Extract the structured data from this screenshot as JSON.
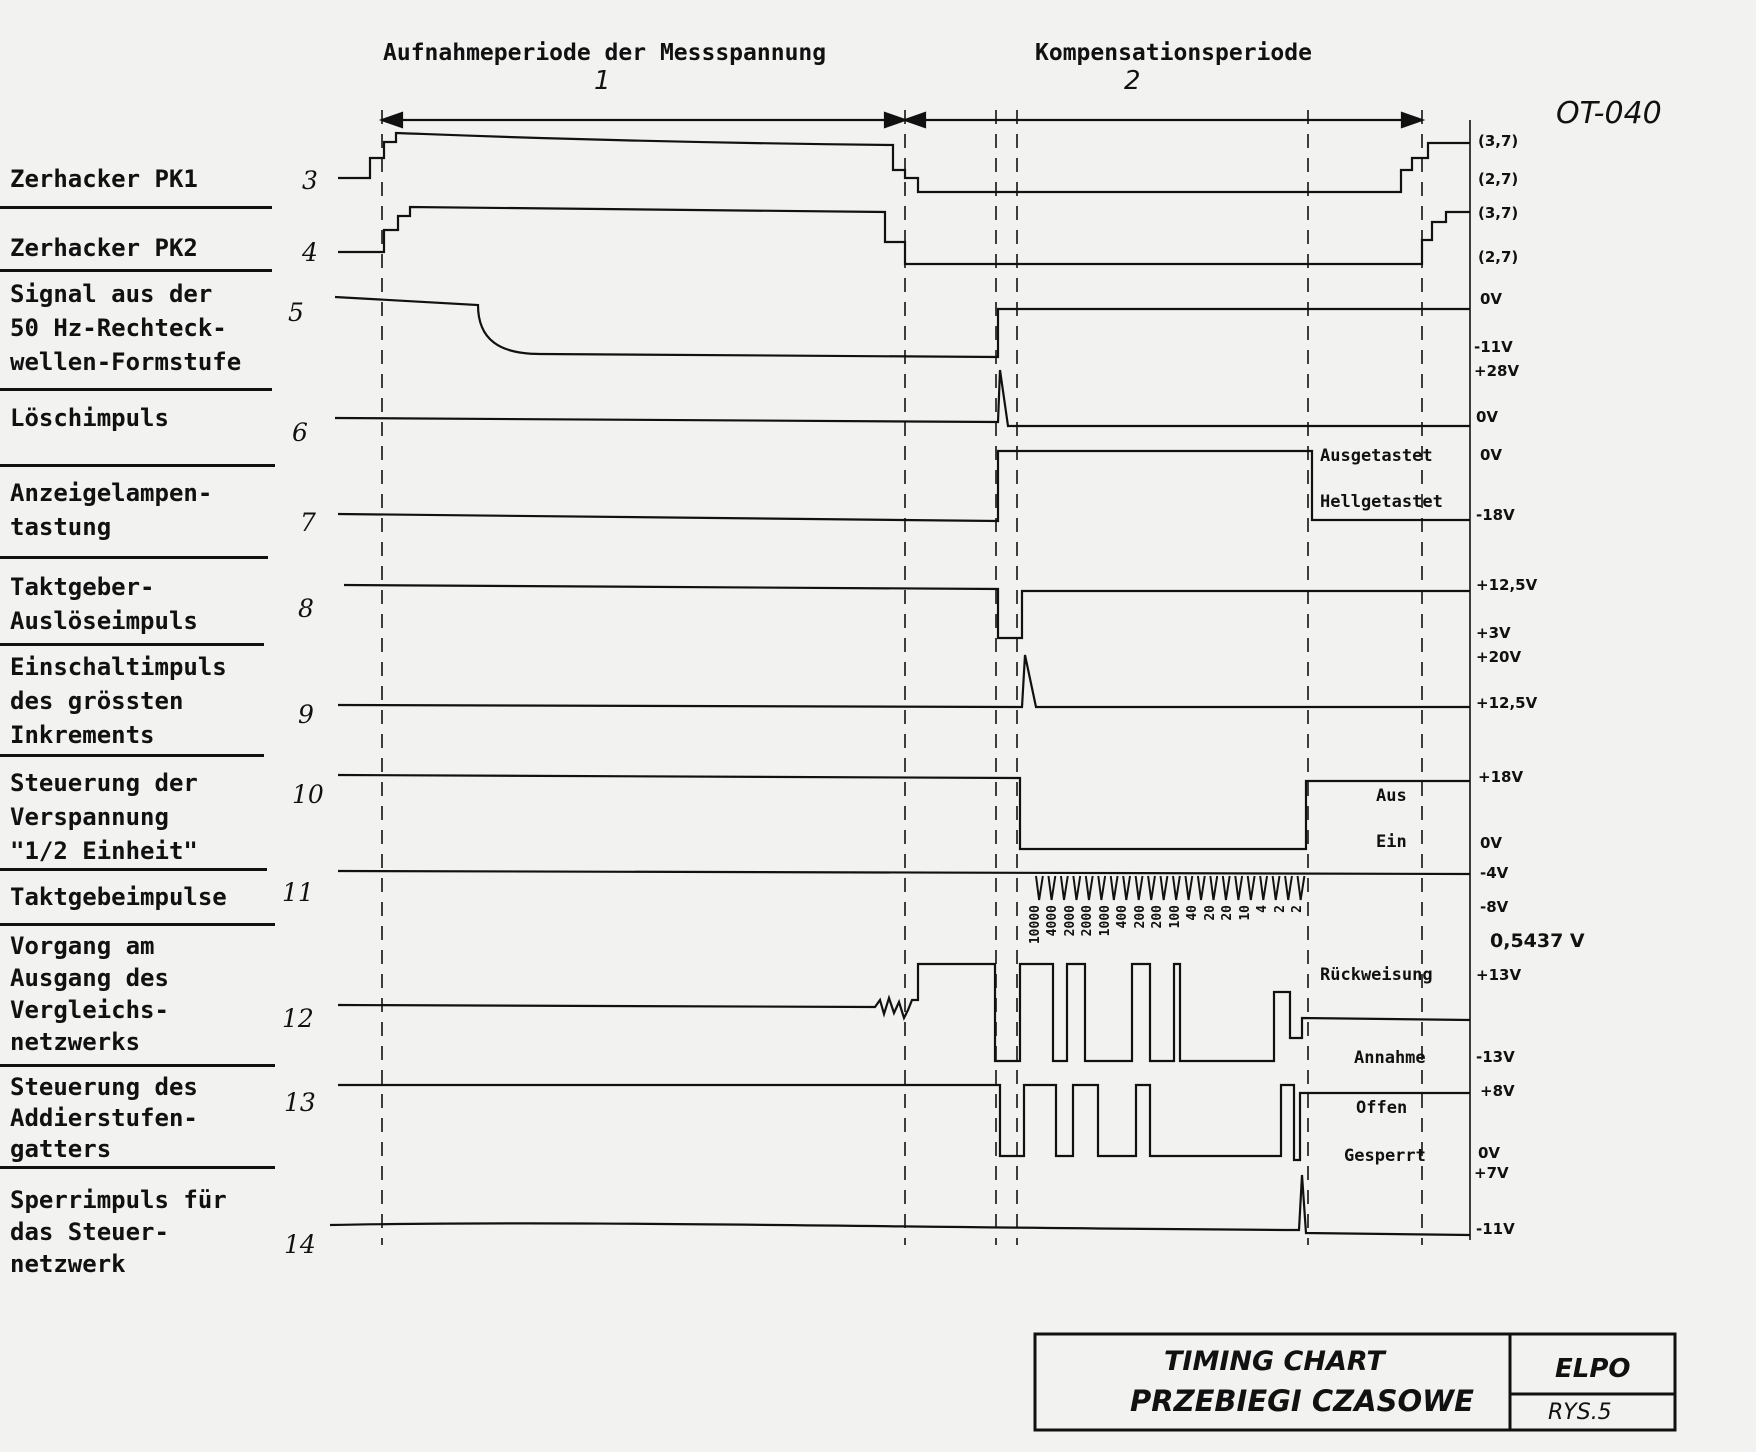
{
  "header": {
    "period1_title": "Aufnahmeperiode der Messspannung",
    "period1_num": "1",
    "period2_title": "Kompensationsperiode",
    "period2_num": "2",
    "doc_code": "OT-040"
  },
  "rows": [
    {
      "label": "Zerhacker PK1",
      "num": "3"
    },
    {
      "label": "Zerhacker PK2",
      "num": "4"
    },
    {
      "label": "Signal aus der\n50 Hz-Rechteck-\nwellen-Formstufe",
      "num": "5"
    },
    {
      "label": "Löschimpuls",
      "num": "6"
    },
    {
      "label": "Anzeigelampen-\ntastung",
      "num": "7"
    },
    {
      "label": "Taktgeber-\nAuslöseimpuls",
      "num": "8"
    },
    {
      "label": "Einschaltimpuls\ndes grössten\nInkrements",
      "num": "9"
    },
    {
      "label": "Steuerung der\nVerspannung\n\"1/2 Einheit\"",
      "num": "10"
    },
    {
      "label": "Taktgebeimpulse",
      "num": "11"
    },
    {
      "label": "Vorgang am\nAusgang des\nVergleichs-\nnetzwerks",
      "num": "12"
    },
    {
      "label": "Steuerung des\nAddierstufen-\ngatters",
      "num": "13"
    },
    {
      "label": "Sperrimpuls für\ndas Steuer-\nnetzwerk",
      "num": "14"
    }
  ],
  "levels": {
    "pk1_high": "(3,7)",
    "pk1_low": "(2,7)",
    "pk2_high": "(3,7)",
    "pk2_low": "(2,7)",
    "sig5_high": "0V",
    "sig5_low": "-11V",
    "sig6_high": "+28V",
    "sig6_low": "0V",
    "sig7_high": "0V",
    "sig7_low": "-18V",
    "sig8_high": "+12,5V",
    "sig8_low": "+3V",
    "sig9_high": "+20V",
    "sig9_low": "+12,5V",
    "sig10_high": "+18V",
    "sig10_low": "0V",
    "sig11_high": "-4V",
    "sig11_low": "-8V",
    "sig12_ref": "0,5437 V",
    "sig12_high": "+13V",
    "sig12_low": "-13V",
    "sig13_high": "+8V",
    "sig13_low": "0V",
    "sig14_high": "+7V",
    "sig14_low": "-11V"
  },
  "states": {
    "ausgetastet": "Ausgetastet",
    "hellgetastet": "Hellgetastet",
    "aus": "Aus",
    "ein": "Ein",
    "rueckweisung": "Rückweisung",
    "annahme": "Annahme",
    "offen": "Offen",
    "gesperrt": "Gesperrt"
  },
  "clock_ticks": [
    "10000",
    "4000",
    "2000",
    "2000",
    "1000",
    "400",
    "200",
    "200",
    "100",
    "40",
    "20",
    "20",
    "10",
    "4",
    "2",
    "2"
  ],
  "title_block": {
    "title_en": "TIMING CHART",
    "title_pl": "PRZEBIEGI CZASOWE",
    "company": "ELPO",
    "sheet": "RYS.5"
  }
}
